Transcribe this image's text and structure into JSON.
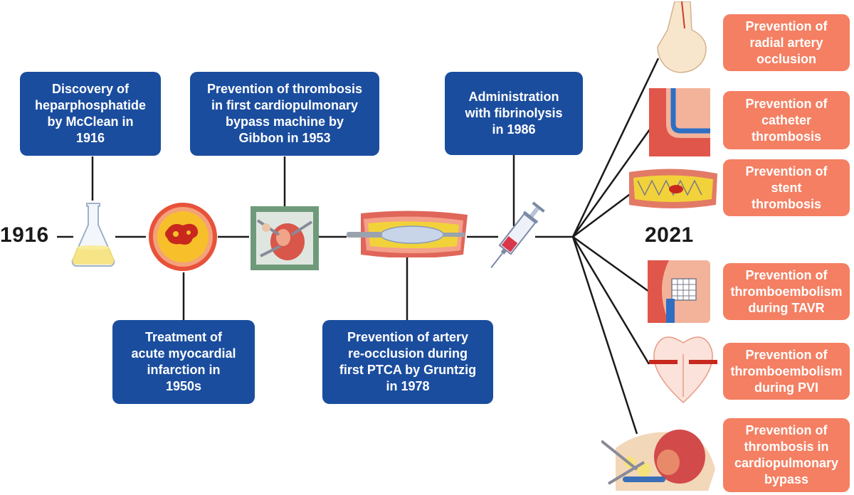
{
  "timeline": {
    "start_year": "1916",
    "end_year": "2021"
  },
  "milestones": [
    {
      "id": "heparphosphatide",
      "text": "Discovery of\nheparphosphatide\nby McClean in\n1916",
      "icon": "flask-icon"
    },
    {
      "id": "myocardial",
      "text": "Treatment of\nacute myocardial\ninfarction in\n1950s",
      "icon": "artery-clot-icon"
    },
    {
      "id": "bypass",
      "text": "Prevention of thrombosis\nin first cardiopulmonary\nbypass machine by\nGibbon in 1953",
      "icon": "surgery-icon"
    },
    {
      "id": "ptca",
      "text": "Prevention of artery\nre-occlusion during\nfirst PTCA by Gruntzig\nin 1978",
      "icon": "balloon-catheter-icon"
    },
    {
      "id": "fibrinolysis",
      "text": "Administration\nwith fibrinolysis\nin 1986",
      "icon": "syringe-icon"
    }
  ],
  "applications": [
    {
      "id": "radial",
      "text": "Prevention of\nradial artery\nocclusion",
      "icon": "hand-icon"
    },
    {
      "id": "catheter",
      "text": "Prevention of\ncatheter\nthrombosis",
      "icon": "catheter-vessel-icon"
    },
    {
      "id": "stent",
      "text": "Prevention of\nstent\nthrombosis",
      "icon": "stent-icon"
    },
    {
      "id": "tavr",
      "text": "Prevention of\nthromboembolism\nduring TAVR",
      "icon": "tavr-valve-icon"
    },
    {
      "id": "pvi",
      "text": "Prevention of\nthromboembolism\nduring PVI",
      "icon": "heart-icon"
    },
    {
      "id": "cpb",
      "text": "Prevention of\nthrombosis in\ncardiopulmonary\nbypass",
      "icon": "open-heart-surgery-icon"
    }
  ],
  "colors": {
    "milestone_box": "#1b4d9e",
    "application_box": "#f47f62",
    "line": "#1a1a1a"
  }
}
